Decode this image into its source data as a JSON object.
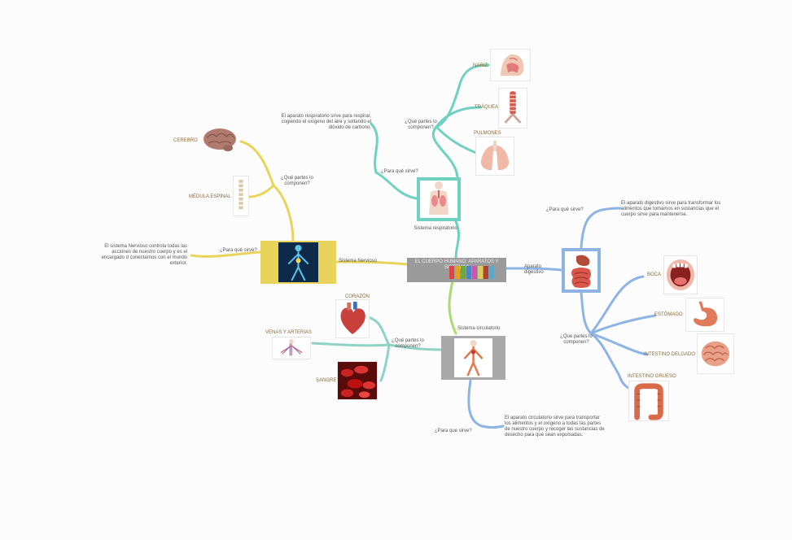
{
  "central": {
    "label": "EL CUERPO HUMANO: APARATOS Y SISTEMAS"
  },
  "respiratory": {
    "label": "Sistema respiratorio",
    "question_use": "¿Para qué sirve?",
    "answer": "El aparato respiratorio sirve para respirar, cogiendo el oxígeno del aire y soltando el dióxido de carbono.",
    "question_parts": "¿Qué partes lo componen?",
    "parts": [
      "NARIZ",
      "TRÁQUEA",
      "PULMONES"
    ]
  },
  "nervous": {
    "label": "Sistema Nervioso",
    "question_use": "¿Para qué sirve?",
    "answer": "El sistema Nervioso controla todas las acciones de nuestro cuerpo y es el encargado d conectarnos con el mundo exterior.",
    "question_parts": "¿Qué partes lo componen?",
    "parts": [
      "CEREBRO",
      "MÉDULA ESPINAL"
    ]
  },
  "circulatory": {
    "label": "Sistema circulatorio",
    "question_use": "¿Para que sirve?",
    "answer": "El aparato circulatorio sirve para transportar los alimentos y el oxígeno a todas las partes de nuestro cuerpo y recoger las sustancias de desecho para que sean expulsadas.",
    "question_parts": "¿Qué partes lo componen?",
    "parts": [
      "CORAZÓN",
      "VENAS Y ARTERIAS",
      "SANGRE"
    ]
  },
  "digestive": {
    "label": "Aparato digestivo",
    "question_use": "¿Para qué sirve?",
    "answer": "El aparato digestivo sirve para transformar los alimentos que tomamos en sustancias que el cuerpo sirve para mantenerse.",
    "question_parts": "¿Que partes lo componen?",
    "parts": [
      "BOCA",
      "ESTÓMAGO",
      "INTESTINO DELGADO",
      "INTESTINO GRUESO"
    ]
  },
  "colors": {
    "respiratory": "#6fd1c2",
    "nervous": "#e8d45a",
    "circulatory": "#8fd3c5",
    "digestive": "#8db4e2",
    "central": "#9a9a9a",
    "node_label": "#8a6a3a"
  }
}
